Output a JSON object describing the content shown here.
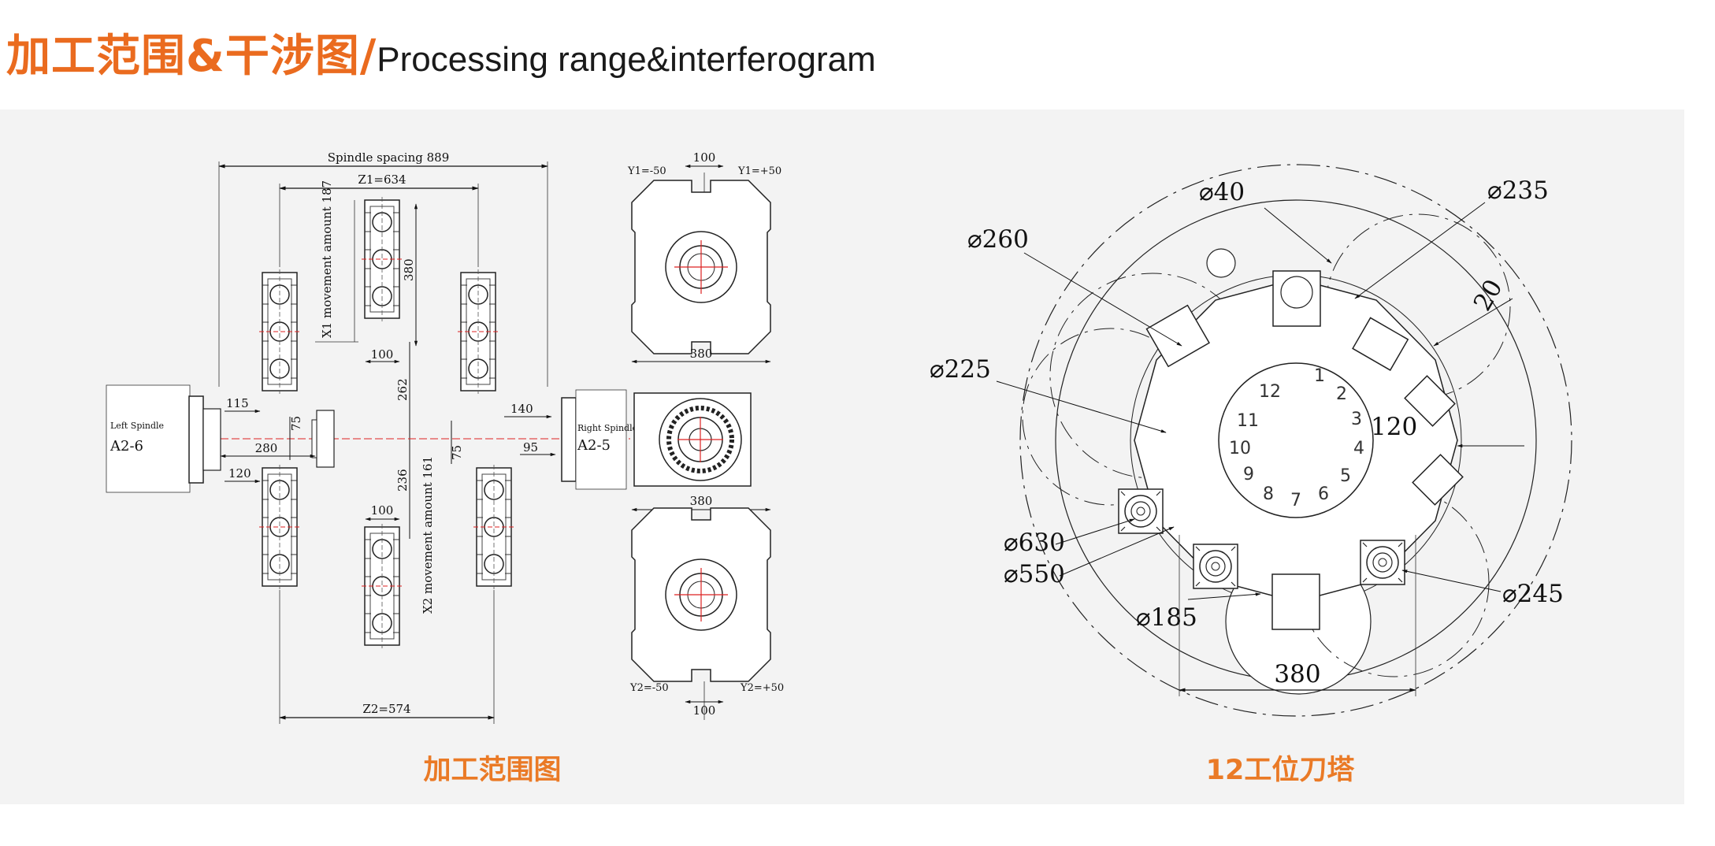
{
  "title": {
    "cn": "加工范围&干涉图/",
    "en": "Processing range&interferogram"
  },
  "left": {
    "caption": "加工范围图",
    "labels": {
      "spindle_spacing": "Spindle spacing 889",
      "z1": "Z1=634",
      "z2": "Z2=574",
      "x1": "X1 movement amount 187",
      "x2": "X2 movement amount 161",
      "left_spindle": "Left Spindle",
      "left_spindle_code": "A2-6",
      "right_spindle": "Right Spindle",
      "right_spindle_code": "A2-5",
      "d380": "380",
      "d100": "100",
      "d262": "262",
      "d236": "236",
      "d115": "115",
      "d75": "75",
      "d280": "280",
      "d120": "120",
      "d140": "140",
      "d95": "95",
      "y1_minus": "Y1=-50",
      "y1_plus": "Y1=+50",
      "y2_minus": "Y2=-50",
      "y2_plus": "Y2=+50",
      "top_100": "100",
      "view_380_top": "380",
      "view_380_mid": "380",
      "bottom_100": "100"
    }
  },
  "right": {
    "caption": "12工位刀塔",
    "labels": {
      "d40": "⌀40",
      "d235": "⌀235",
      "d260": "⌀260",
      "d20": "20",
      "d225": "⌀225",
      "d120": "120",
      "d630": "⌀630",
      "d550": "⌀550",
      "d185": "⌀185",
      "d245": "⌀245",
      "d380": "380"
    },
    "stations": [
      "1",
      "2",
      "3",
      "4",
      "5",
      "6",
      "7",
      "8",
      "9",
      "10",
      "11",
      "12"
    ]
  }
}
